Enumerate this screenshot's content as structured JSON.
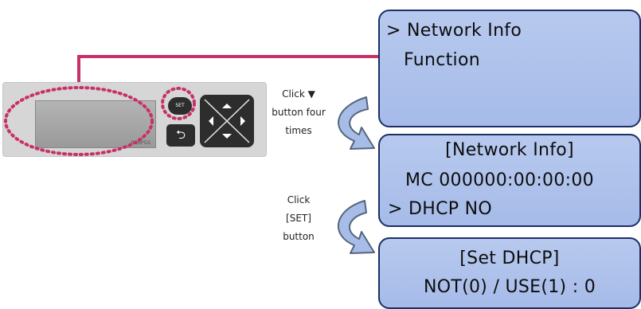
{
  "device": {
    "model_label": "PQ6PGS",
    "set_label": "SET",
    "back_symbol": "⮌"
  },
  "screens": [
    {
      "lines": [
        "> Network Info",
        "Function"
      ]
    },
    {
      "lines": [
        "[Network Info]",
        "MC 000000:00:00:00",
        "> DHCP NO"
      ]
    },
    {
      "lines": [
        "[Set DHCP]",
        "NOT(0) / USE(1) : 0"
      ]
    }
  ],
  "instructions": [
    {
      "lines": [
        "Click ▼",
        "button four",
        "times"
      ]
    },
    {
      "lines": [
        "Click",
        "[SET]",
        "button"
      ]
    }
  ],
  "colors": {
    "screen_fill": "#a6bbe9",
    "screen_border": "#1c2f66",
    "callout_line": "#c8306a",
    "highlight_dots": "#c8306a",
    "arrow_fill": "#a7bde7",
    "arrow_stroke": "#54657d"
  }
}
